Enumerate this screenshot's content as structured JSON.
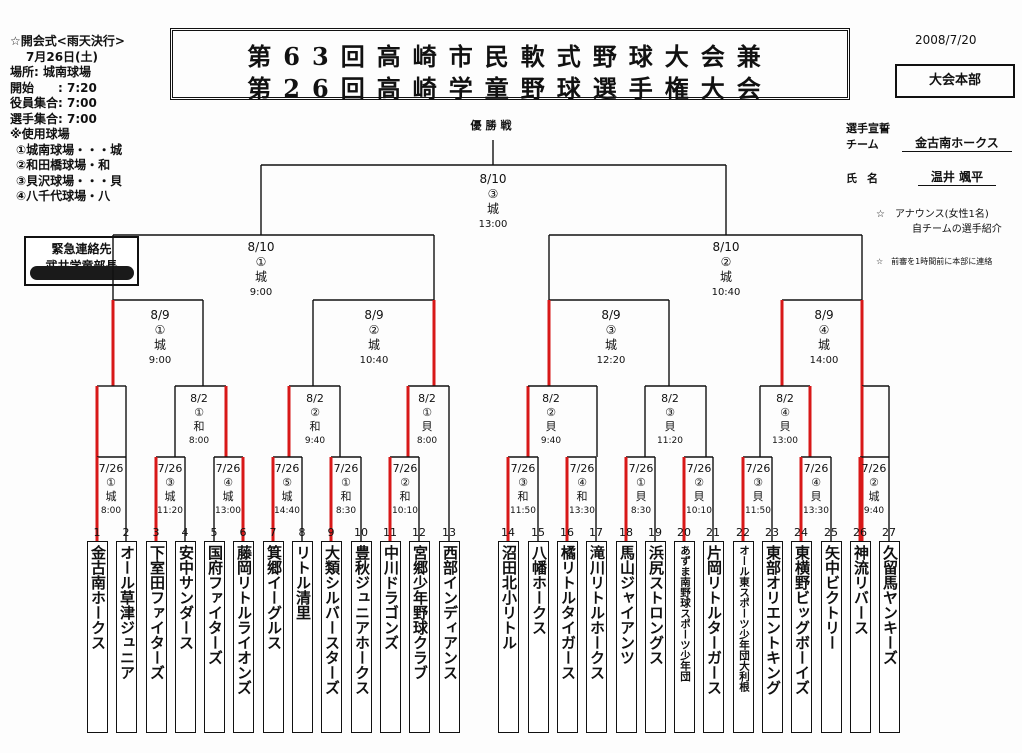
{
  "title": {
    "line1": "第63回高崎市民軟式野球大会兼",
    "line2": "第26回高崎学童野球選手権大会"
  },
  "info": [
    "☆開会式<雨天決行>",
    "7月26日(土)",
    "場所: 城南球場",
    "開始　　: 7:20",
    "役員集合: 7:00",
    "選手集合: 7:00",
    "※使用球場",
    "①城南球場・・・城",
    "②和田橋球場・和",
    "③貝沢球場・・・貝",
    "④八千代球場・八"
  ],
  "contact": {
    "line1": "緊急連絡先",
    "line2": "武井学童部長"
  },
  "doc_date": "2008/7/20",
  "hq": "大会本部",
  "oath": {
    "label": "選手宣誓",
    "team_label": "チーム",
    "team": "金古南ホークス",
    "name_label": "氏名",
    "name": "温井 颯平"
  },
  "notes": {
    "n1": "☆　アナウンス(女性1名)",
    "n1b": "自チームの選手紹介",
    "n2": "☆　前審を1時間前に本部に連絡"
  },
  "final": {
    "label": "優勝戦",
    "date": "8/10",
    "venue": "③",
    "field": "城",
    "time": "13:00"
  },
  "semis": [
    {
      "date": "8/10",
      "venue": "①",
      "field": "城",
      "time": "9:00"
    },
    {
      "date": "8/10",
      "venue": "②",
      "field": "城",
      "time": "10:40"
    }
  ],
  "qf": [
    {
      "date": "8/9",
      "venue": "①",
      "field": "城",
      "time": "9:00"
    },
    {
      "date": "8/9",
      "venue": "②",
      "field": "城",
      "time": "10:40"
    },
    {
      "date": "8/9",
      "venue": "③",
      "field": "城",
      "time": "12:20"
    },
    {
      "date": "8/9",
      "venue": "④",
      "field": "城",
      "time": "14:00"
    }
  ],
  "r2": [
    {
      "date": "8/2",
      "venue": "①",
      "field": "和",
      "time": "8:00"
    },
    {
      "date": "8/2",
      "venue": "②",
      "field": "和",
      "time": "9:40"
    },
    {
      "date": "8/2",
      "venue": "①",
      "field": "貝",
      "time": "8:00"
    },
    {
      "date": "8/2",
      "venue": "②",
      "field": "貝",
      "time": "9:40"
    },
    {
      "date": "8/2",
      "venue": "③",
      "field": "貝",
      "time": "11:20"
    },
    {
      "date": "8/2",
      "venue": "④",
      "field": "貝",
      "time": "13:00"
    }
  ],
  "r1": [
    {
      "date": "7/26",
      "venue": "①",
      "field": "城",
      "time": "8:00"
    },
    {
      "date": "7/26",
      "venue": "③",
      "field": "城",
      "time": "11:20"
    },
    {
      "date": "7/26",
      "venue": "④",
      "field": "城",
      "time": "13:00"
    },
    {
      "date": "7/26",
      "venue": "⑤",
      "field": "城",
      "time": "14:40"
    },
    {
      "date": "7/26",
      "venue": "①",
      "field": "和",
      "time": "8:30"
    },
    {
      "date": "7/26",
      "venue": "②",
      "field": "和",
      "time": "10:10"
    },
    {
      "date": "7/26",
      "venue": "③",
      "field": "和",
      "time": "11:50"
    },
    {
      "date": "7/26",
      "venue": "④",
      "field": "和",
      "time": "13:30"
    },
    {
      "date": "7/26",
      "venue": "①",
      "field": "貝",
      "time": "8:30"
    },
    {
      "date": "7/26",
      "venue": "②",
      "field": "貝",
      "time": "10:10"
    },
    {
      "date": "7/26",
      "venue": "③",
      "field": "貝",
      "time": "11:50"
    },
    {
      "date": "7/26",
      "venue": "④",
      "field": "貝",
      "time": "13:30"
    },
    {
      "date": "7/26",
      "venue": "②",
      "field": "城",
      "time": "9:40"
    }
  ],
  "teams": [
    {
      "no": "1",
      "name": "金古南ホークス"
    },
    {
      "no": "2",
      "name": "オール草津ジュニア"
    },
    {
      "no": "3",
      "name": "下室田ファイターズ"
    },
    {
      "no": "4",
      "name": "安中サンダース"
    },
    {
      "no": "5",
      "name": "国府ファイターズ"
    },
    {
      "no": "6",
      "name": "藤岡リトルライオンズ"
    },
    {
      "no": "7",
      "name": "箕郷イーグルス"
    },
    {
      "no": "8",
      "name": "リトル清里"
    },
    {
      "no": "9",
      "name": "大類シルバースターズ"
    },
    {
      "no": "10",
      "name": "豊秋ジュニアホークス"
    },
    {
      "no": "11",
      "name": "中川ドラゴンズ"
    },
    {
      "no": "12",
      "name": "宮郷少年野球クラブ"
    },
    {
      "no": "13",
      "name": "西部インディアンス"
    },
    {
      "no": "14",
      "name": "沼田北小リトル"
    },
    {
      "no": "15",
      "name": "八幡ホークス"
    },
    {
      "no": "16",
      "name": "橘リトルタイガース"
    },
    {
      "no": "17",
      "name": "滝川リトルホークス"
    },
    {
      "no": "18",
      "name": "馬山ジャイアンツ"
    },
    {
      "no": "19",
      "name": "浜尻ストロングス"
    },
    {
      "no": "20",
      "name": "あずま南野球スポーツ少年団"
    },
    {
      "no": "21",
      "name": "片岡リトルターガース"
    },
    {
      "no": "22",
      "name": "オール東スポーツ少年団大利根"
    },
    {
      "no": "23",
      "name": "東部オリエントキング"
    },
    {
      "no": "24",
      "name": "東横野ビッグボーイズ"
    },
    {
      "no": "25",
      "name": "矢中ビクトリー"
    },
    {
      "no": "26",
      "name": "神流リバース"
    },
    {
      "no": "27",
      "name": "久留馬ヤンキーズ"
    }
  ],
  "colors": {
    "line": "#111111",
    "winner": "#d81818",
    "paper": "#fdfdfd"
  }
}
